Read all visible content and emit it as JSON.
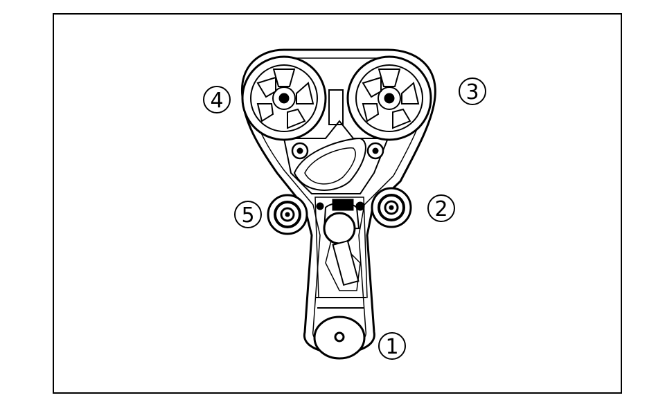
{
  "diagram": {
    "components": [
      {
        "id": "crankshaft-sprocket",
        "label": "1"
      },
      {
        "id": "tensioner-pulley",
        "label": "2"
      },
      {
        "id": "camshaft-sprocket-right",
        "label": "3"
      },
      {
        "id": "camshaft-sprocket-left",
        "label": "4"
      },
      {
        "id": "idler-pulley",
        "label": "5"
      }
    ],
    "colors": {
      "ink": "#000000",
      "paper": "#ffffff"
    }
  }
}
